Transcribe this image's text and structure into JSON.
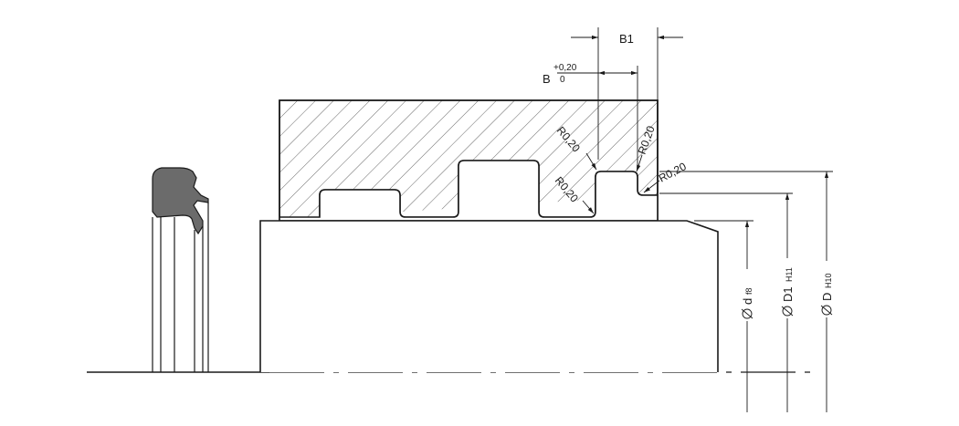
{
  "labels": {
    "b1": "B1",
    "b": "B",
    "b_tol_upper": "+0,20",
    "b_tol_lower": "0",
    "radius_1": "R0,20",
    "radius_2": "R0,20",
    "radius_3": "R0,20",
    "radius_4": "R0,20",
    "dia_d": "d",
    "dia_d_tol": "f8",
    "dia_d1": "D1",
    "dia_d1_tol": "H11",
    "dia_D": "D",
    "dia_D_tol": "H10"
  },
  "colors": {
    "line": "#1a1a1a",
    "seal_fill": "#6b6b6b",
    "hatch": "#555555"
  }
}
